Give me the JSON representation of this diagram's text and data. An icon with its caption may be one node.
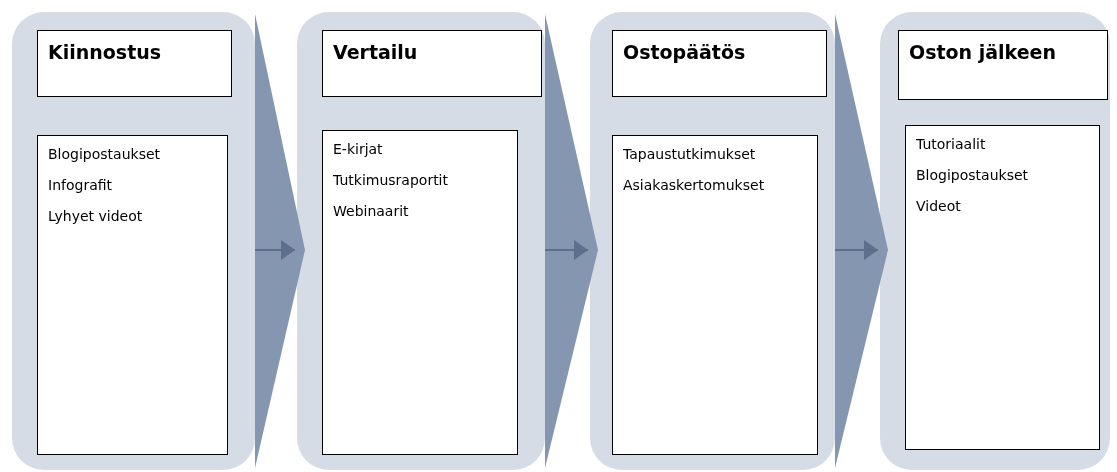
{
  "diagram": {
    "nodes": [
      {
        "text": [],
        "shape": "box"
      },
      {
        "text": [
          "Kiinnostus"
        ],
        "in": 0
      },
      {
        "text": [
          "Blogipostaukset",
          "Infografit",
          "Lyhyet videot"
        ],
        "in": 0
      },
      {
        "text": [],
        "shape": "box"
      },
      {
        "text": [
          "Vertailu"
        ],
        "in": 3
      },
      {
        "text": [
          "E-kirjat",
          "Tutkimusraportit",
          "Webinaarit"
        ],
        "in": 3
      },
      {
        "text": [],
        "shape": "box"
      },
      {
        "text": [
          "Ostopäätös"
        ],
        "in": 6
      },
      {
        "text": [
          "Tapaustutkimukset",
          "Asiakaskertomukset"
        ],
        "in": 6
      },
      {
        "text": [],
        "shape": "box"
      },
      {
        "text": [
          "Oston jälkeen"
        ],
        "in": 9
      },
      {
        "text": [
          "Tutoriaalit",
          "Blogipostaukset",
          "Videot"
        ],
        "in": 9
      }
    ],
    "edges": [
      {
        "from": 0,
        "to": 3,
        "arrow": "to"
      },
      {
        "from": 3,
        "to": 6,
        "arrow": "to"
      },
      {
        "from": 6,
        "to": 9,
        "arrow": "to"
      }
    ]
  }
}
